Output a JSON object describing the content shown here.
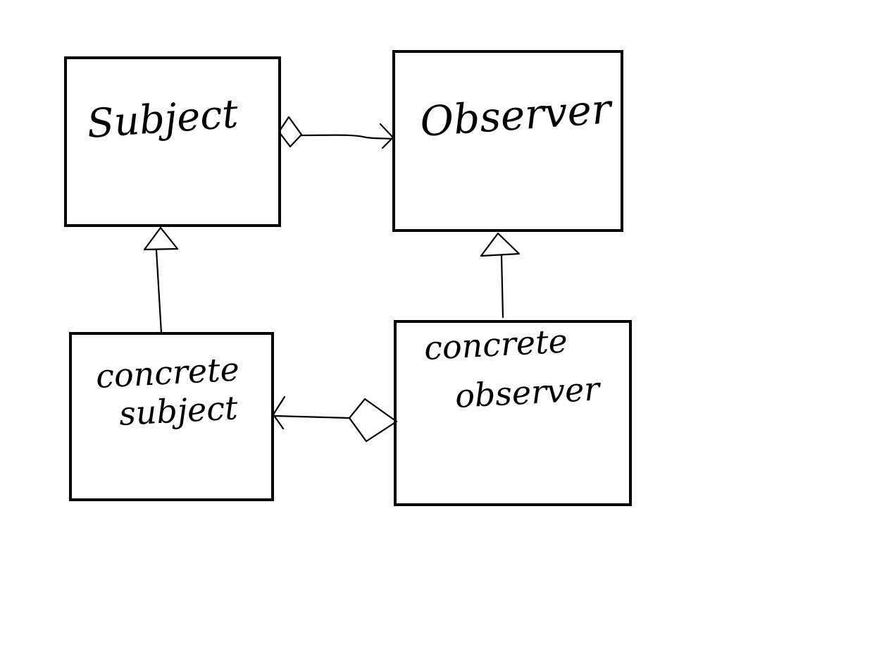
{
  "diagram": {
    "nodes": [
      {
        "id": "subject",
        "lines": [
          "Subject"
        ]
      },
      {
        "id": "observer",
        "lines": [
          "Observer"
        ]
      },
      {
        "id": "concrete_subject",
        "lines": [
          "concrete",
          "subject"
        ]
      },
      {
        "id": "concrete_observer",
        "lines": [
          "concrete",
          "observer"
        ]
      }
    ],
    "edges": [
      {
        "from": "subject",
        "to": "observer",
        "type": "aggregation"
      },
      {
        "from": "concrete_subject",
        "to": "subject",
        "type": "inheritance"
      },
      {
        "from": "concrete_observer",
        "to": "observer",
        "type": "inheritance"
      },
      {
        "from": "concrete_observer",
        "to": "concrete_subject",
        "type": "aggregation"
      }
    ]
  },
  "colors": {
    "ink": "#000000",
    "background": "#ffffff"
  }
}
